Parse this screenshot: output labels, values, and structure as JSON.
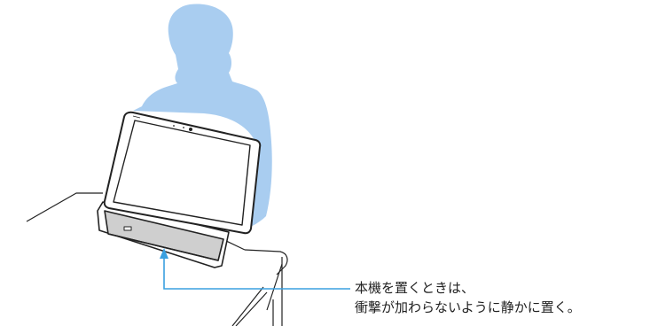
{
  "caption": {
    "line1": "本機を置くときは、",
    "line2": "衝撃が加わらないように静かに置く。"
  },
  "colors": {
    "person": "#a9cdf0",
    "callout": "#3aa0e0",
    "outline": "#222222",
    "base_fill": "#cfcfcf"
  },
  "icons": {
    "person": "person-silhouette",
    "monitor": "all-in-one-pc",
    "arrow": "up-arrow"
  }
}
